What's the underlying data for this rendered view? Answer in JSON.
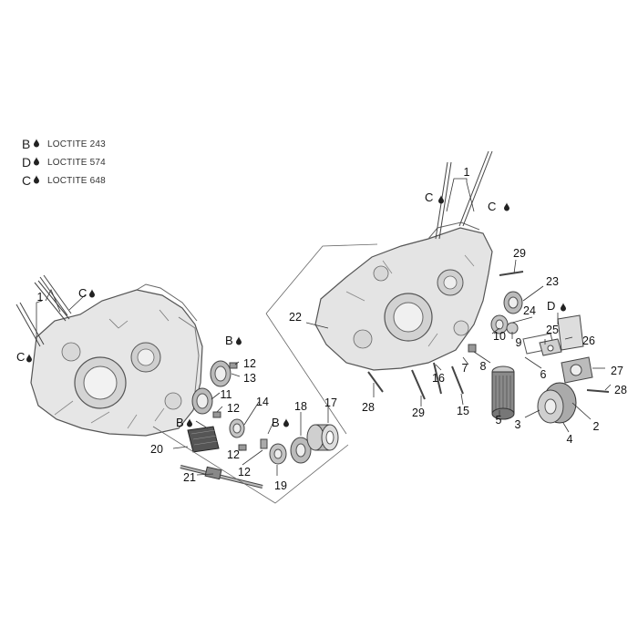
{
  "legend": [
    {
      "letter": "B",
      "text": "LOCTITE 243"
    },
    {
      "letter": "D",
      "text": "LOCTITE 574"
    },
    {
      "letter": "C",
      "text": "LOCTITE 648"
    }
  ],
  "callouts": {
    "l_1": "1",
    "l_c1": "C",
    "l_c2": "C",
    "l_b1": "B",
    "l_12a": "12",
    "l_13": "13",
    "l_11": "11",
    "l_12b": "12",
    "l_14": "14",
    "l_b2": "B",
    "l_b3": "B",
    "l_18": "18",
    "l_17": "17",
    "l_20": "20",
    "l_12c": "12",
    "l_12d": "12",
    "l_21": "21",
    "l_19": "19",
    "r_1": "1",
    "r_c1": "C",
    "r_c2": "C",
    "r_29a": "29",
    "r_23": "23",
    "r_22": "22",
    "r_d": "D",
    "r_24": "24",
    "r_10": "10",
    "r_9": "9",
    "r_25": "25",
    "r_26": "26",
    "r_8": "8",
    "r_7": "7",
    "r_6": "6",
    "r_27": "27",
    "r_16": "16",
    "r_28a": "28",
    "r_29b": "29",
    "r_15": "15",
    "r_28b": "28",
    "r_5": "5",
    "r_3": "3",
    "r_2": "2",
    "r_4": "4"
  }
}
